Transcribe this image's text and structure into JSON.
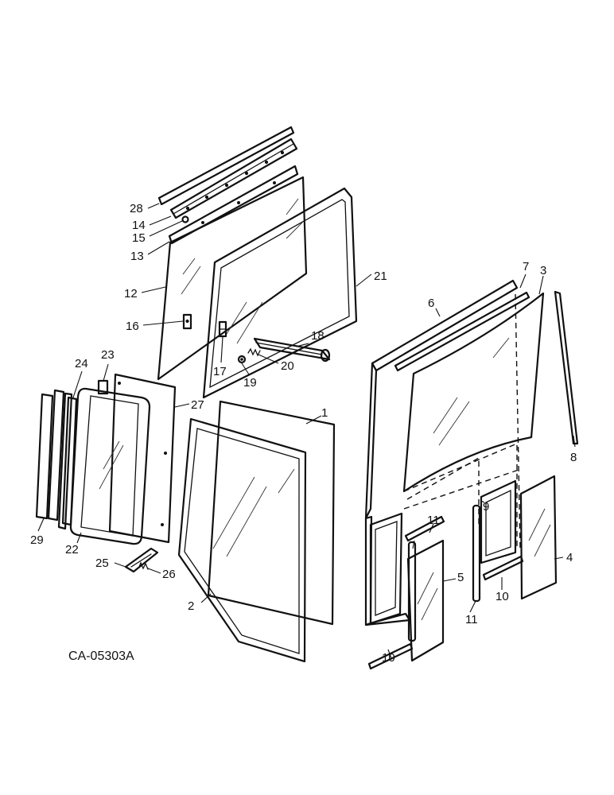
{
  "drawing_code": "CA-05303A",
  "callouts": {
    "c1": "1",
    "c2": "2",
    "c3": "3",
    "c4": "4",
    "c5": "5",
    "c6": "6",
    "c7": "7",
    "c8": "8",
    "c9": "9",
    "c10a": "10",
    "c10b": "10",
    "c11a": "11",
    "c11b": "11",
    "c12": "12",
    "c13": "13",
    "c14": "14",
    "c15": "15",
    "c16": "16",
    "c17": "17",
    "c18": "18",
    "c19": "19",
    "c20": "20",
    "c21": "21",
    "c22": "22",
    "c23": "23",
    "c24": "24",
    "c25": "25",
    "c26": "26",
    "c27": "27",
    "c28": "28",
    "c29": "29"
  }
}
